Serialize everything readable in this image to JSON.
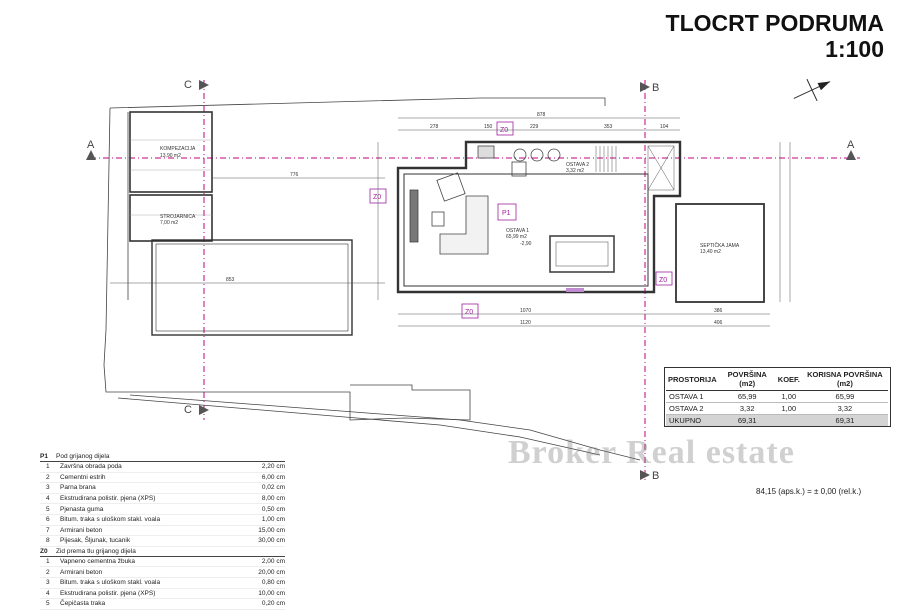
{
  "title": {
    "line1": "TLOCRT PODRUMA",
    "line2": "1:100"
  },
  "section_markers": {
    "A": "A",
    "B": "B",
    "C": "C"
  },
  "tags": {
    "z0": "Z0",
    "p1": "P1"
  },
  "rooms": {
    "kompezacija": {
      "name": "KOMPEZACIJA",
      "area": "13,90 m2"
    },
    "strojarnica": {
      "name": "STROJARNICA",
      "area": "7,00 m2"
    },
    "ostava1": {
      "name": "OSTAVA 1",
      "area": "65,99 m2"
    },
    "ostava2": {
      "name": "OSTAVA 2",
      "area": "3,32 m2"
    },
    "septicka": {
      "name": "SEPTIČKA JAMA",
      "area": "13,40 m2"
    }
  },
  "dimensions": {
    "top_total": "878",
    "top_parts": [
      "278",
      "150",
      "229",
      "353",
      "104"
    ],
    "bottom_1": "1070",
    "bottom_2": "1120",
    "bottom_3": "386",
    "bottom_4": "406",
    "left_pool": "853",
    "mid": "776",
    "level": "-2,90"
  },
  "area_table": {
    "headers": [
      "PROSTORIJA",
      "POVRŠINA (m2)",
      "KOEF.",
      "KORISNA POVRŠINA (m2)"
    ],
    "rows": [
      [
        "OSTAVA 1",
        "65,99",
        "1,00",
        "65,99"
      ],
      [
        "OSTAVA 2",
        "3,32",
        "1,00",
        "3,32"
      ]
    ],
    "total": [
      "UKUPNO",
      "69,31",
      "",
      "69,31"
    ]
  },
  "legend": {
    "p1": {
      "code": "P1",
      "title": "Pod grijanog dijela",
      "rows": [
        [
          "1",
          "Završna obrada poda",
          "2,20 cm"
        ],
        [
          "2",
          "Cementni estrih",
          "6,00 cm"
        ],
        [
          "3",
          "Parna brana",
          "0,02 cm"
        ],
        [
          "4",
          "Ekstrudirana polistir. pjena (XPS)",
          "8,00 cm"
        ],
        [
          "5",
          "Pjenasta guma",
          "0,50 cm"
        ],
        [
          "6",
          "Bitum. traka s uloškom stakl. voala",
          "1,00 cm"
        ],
        [
          "7",
          "Armirani beton",
          "15,00 cm"
        ],
        [
          "8",
          "Pijesak, Šljunak, tucanik",
          "30,00 cm"
        ]
      ]
    },
    "z0": {
      "code": "Z0",
      "title": "Zid prema tlu grijanog dijela",
      "rows": [
        [
          "1",
          "Vapneno cementna žbuka",
          "2,00 cm"
        ],
        [
          "2",
          "Armirani beton",
          "20,00 cm"
        ],
        [
          "3",
          "Bitum. traka s uloškom stakl. voala",
          "0,80 cm"
        ],
        [
          "4",
          "Ekstrudirana polistir. pjena (XPS)",
          "10,00 cm"
        ],
        [
          "5",
          "Čepičasta traka",
          "0,20 cm"
        ]
      ]
    }
  },
  "level_note": "84,15 (aps.k.) = ± 0,00 (rel.k.)",
  "watermark": "Broker Real estate",
  "colors": {
    "section_line": "#c0007e",
    "tag": "#a020a0",
    "wall": "#333333"
  }
}
